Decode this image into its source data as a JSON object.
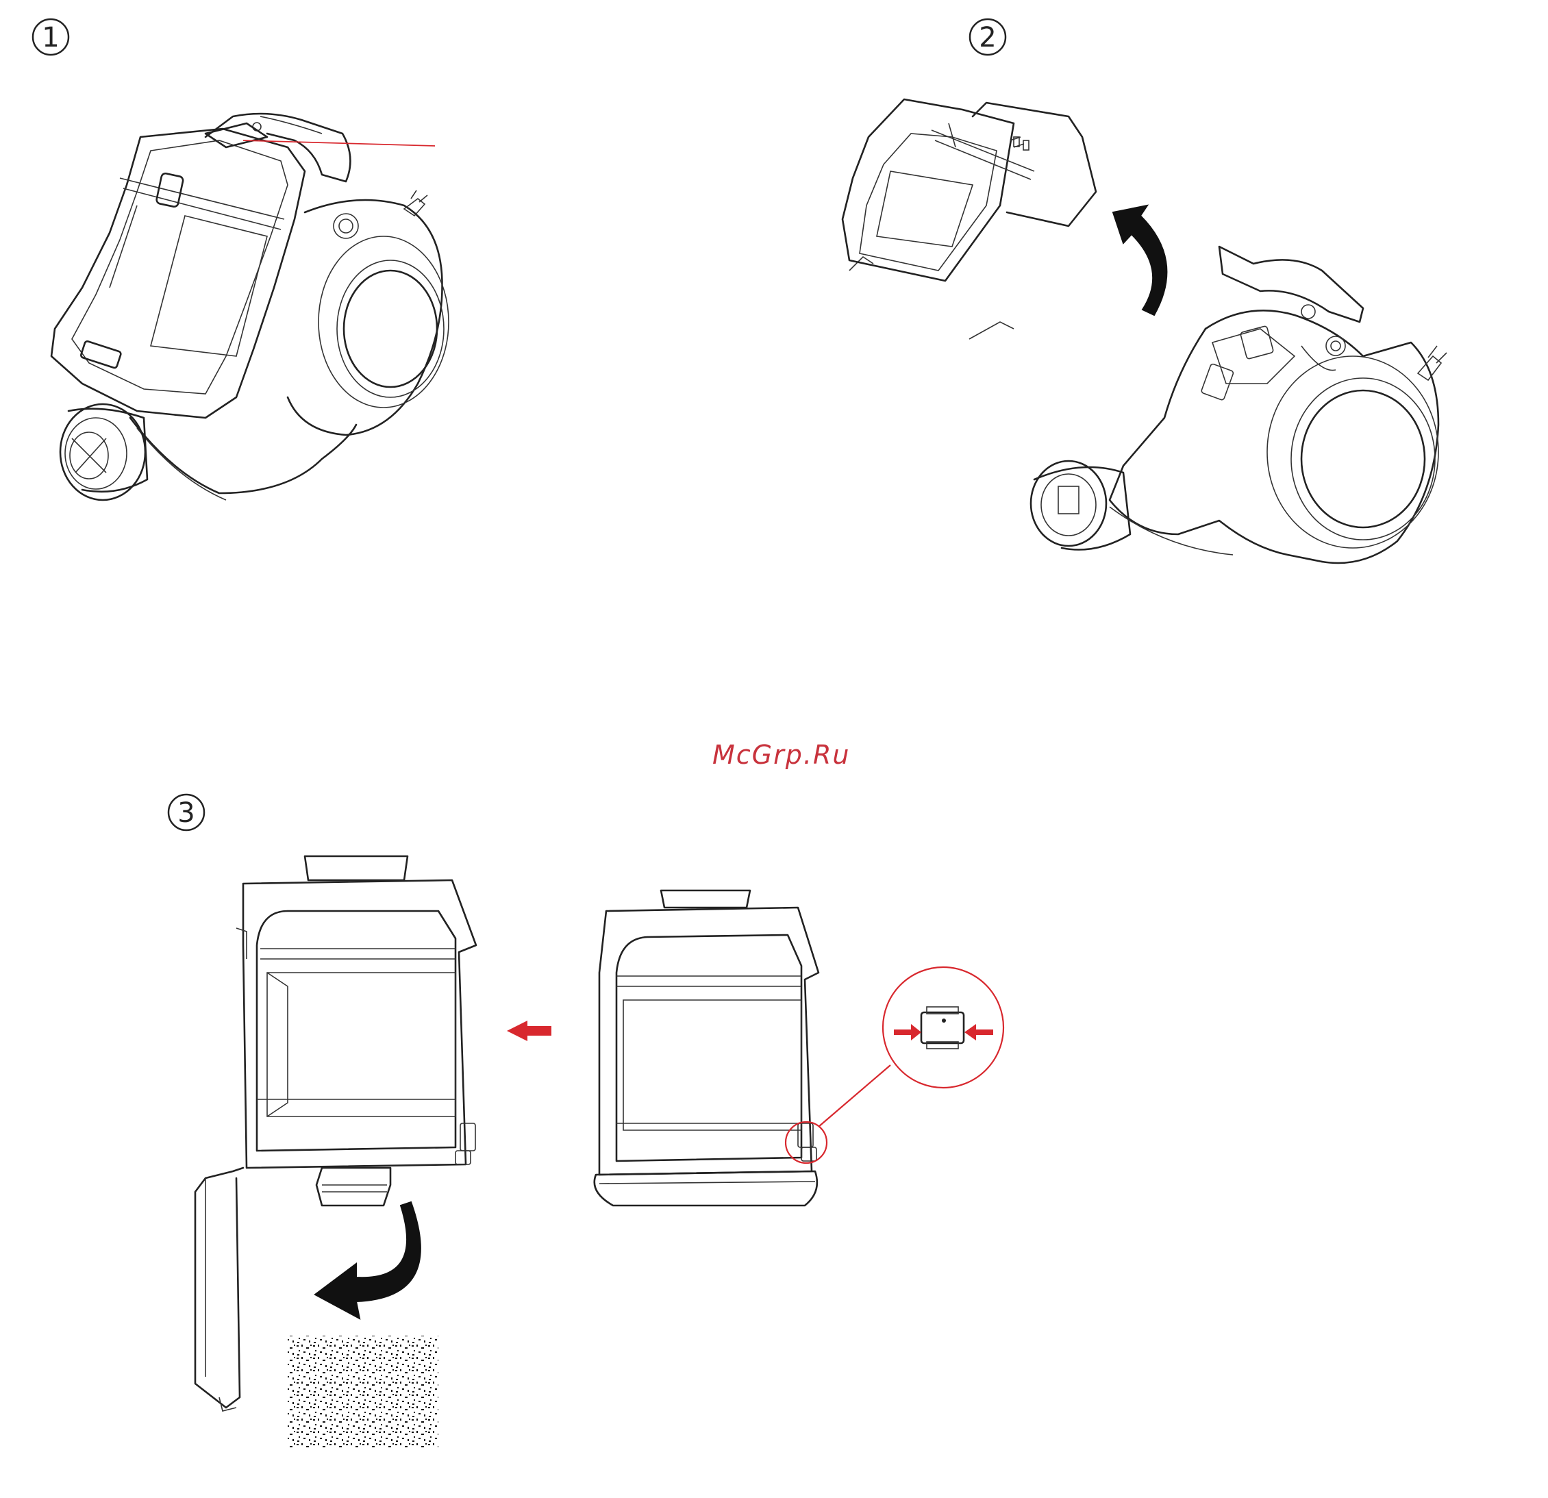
{
  "steps": [
    {
      "number": "1"
    },
    {
      "number": "2"
    },
    {
      "number": "3"
    }
  ],
  "watermark": "McGrp.Ru",
  "colors": {
    "line": "#222222",
    "callout_red": "#d8282e",
    "arrow_black": "#111111",
    "watermark": "#c8323c"
  },
  "icons": {
    "rotate_arrow_step2": "curved-arrow-counterclockwise",
    "remove_arrow_step3": "left-arrow-red",
    "empty_arrow_step3": "curved-arrow-down",
    "release_button_detail": "press-both-sides-clip"
  }
}
